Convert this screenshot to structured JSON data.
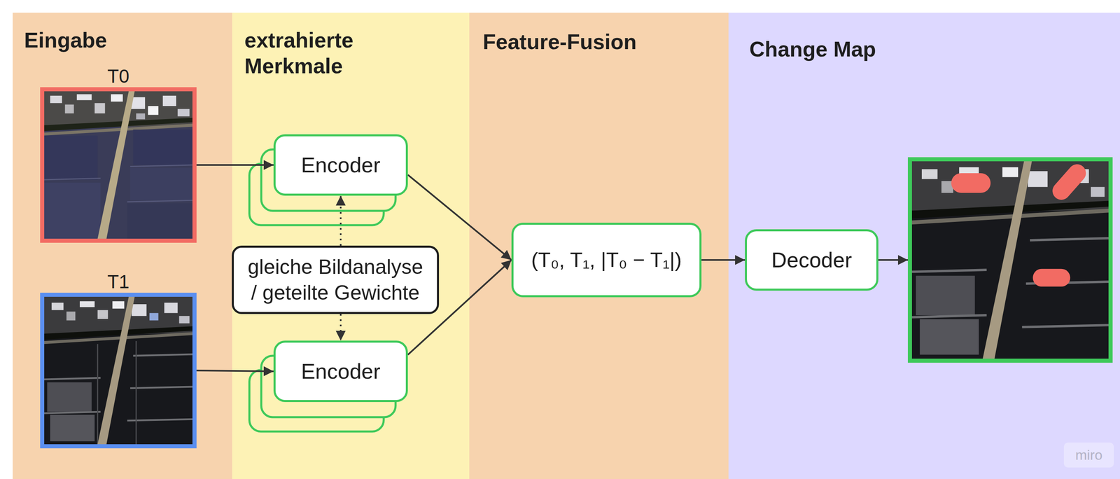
{
  "diagram": {
    "nodes": [
      {
        "text": [
          "Eingabe"
        ]
      },
      {
        "text": [
          "T0"
        ],
        "in": 0
      },
      {
        "text": [
          "T1"
        ],
        "in": 0
      },
      {
        "text": [
          "extrahierte Merkmale"
        ]
      },
      {
        "text": [
          "Encoder"
        ],
        "in": 3
      },
      {
        "text": [
          "gleiche Bildanalyse / geteilte Gewichte"
        ],
        "in": 3
      },
      {
        "text": [
          "Encoder"
        ],
        "in": 3
      },
      {
        "text": [
          "Feature-Fusion"
        ]
      },
      {
        "text": [
          "(T₀, T₁, |T₀ − T₁|)"
        ],
        "in": 7
      },
      {
        "text": [
          "Change Map"
        ]
      },
      {
        "text": [
          "Decoder"
        ],
        "in": 9
      },
      {
        "text": [],
        "in": 9
      }
    ],
    "edges": [
      {
        "from": 1,
        "to": 4,
        "arrow": "to"
      },
      {
        "from": 2,
        "to": 6,
        "arrow": "to"
      },
      {
        "from": 5,
        "to": 4,
        "arrow": "to"
      },
      {
        "from": 5,
        "to": 6,
        "arrow": "to"
      },
      {
        "from": 4,
        "to": 8,
        "arrow": "to"
      },
      {
        "from": 6,
        "to": 8,
        "arrow": "to"
      },
      {
        "from": 8,
        "to": 10,
        "arrow": "to"
      },
      {
        "from": 10,
        "to": 11,
        "arrow": "to"
      }
    ],
    "labels": [
      "miro"
    ]
  }
}
